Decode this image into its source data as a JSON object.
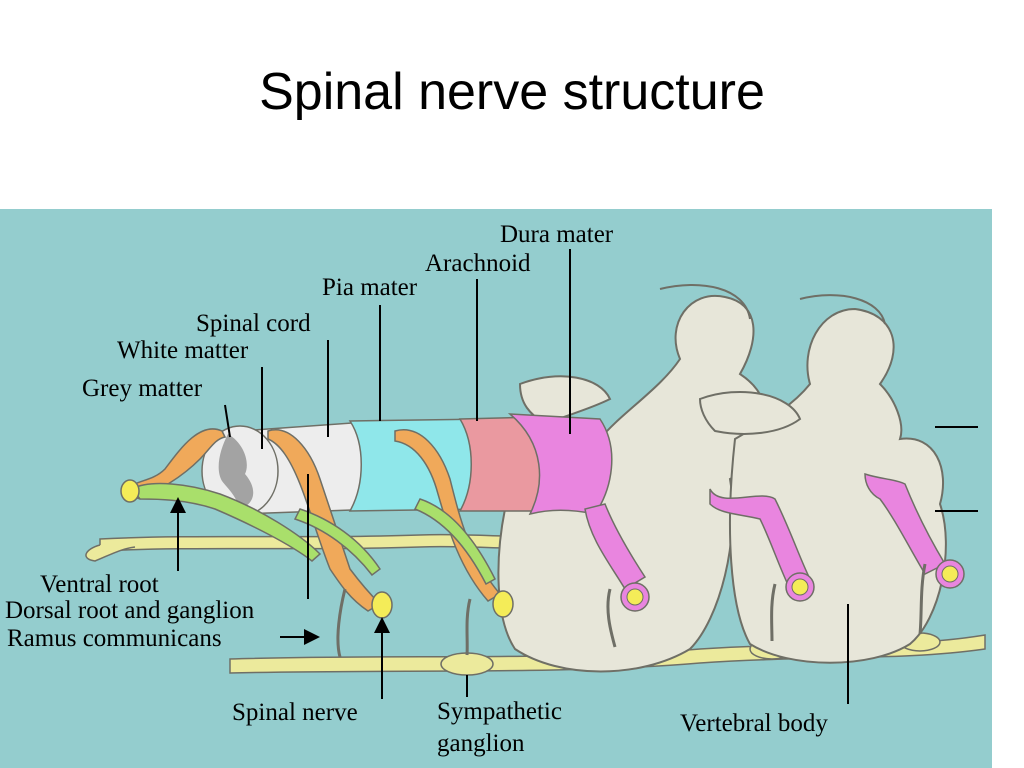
{
  "title": "Spinal nerve structure",
  "colors": {
    "background": "#ffffff",
    "panel": "#94cdce",
    "bone": "#e7e6d9",
    "bone_outline": "#6f6f66",
    "dura_mater": "#e985df",
    "arachnoid": "#ea99a0",
    "pia_mater": "#8fe7ea",
    "spinal_cord": "#ededed",
    "grey_matter": "#a3a3a3",
    "nerve_root": "#f0a95a",
    "sympathetic_chain": "#ecea9c",
    "ventral_root": "#a9df6b",
    "nerve_end": "#f4ec58"
  },
  "diagram": {
    "labels": {
      "dura_mater": "Dura mater",
      "arachnoid": "Arachnoid",
      "pia_mater": "Pia mater",
      "spinal_cord": "Spinal cord",
      "white_matter": "White matter",
      "grey_matter": "Grey matter",
      "ventral_root": "Ventral root",
      "dorsal_root": "Dorsal root and ganglion",
      "ramus": "Ramus communicans",
      "spinal_nerve": "Spinal nerve",
      "sympathetic_line1": "Sympathetic",
      "sympathetic_line2": "ganglion",
      "vertebral_body": "Vertebral body"
    }
  }
}
